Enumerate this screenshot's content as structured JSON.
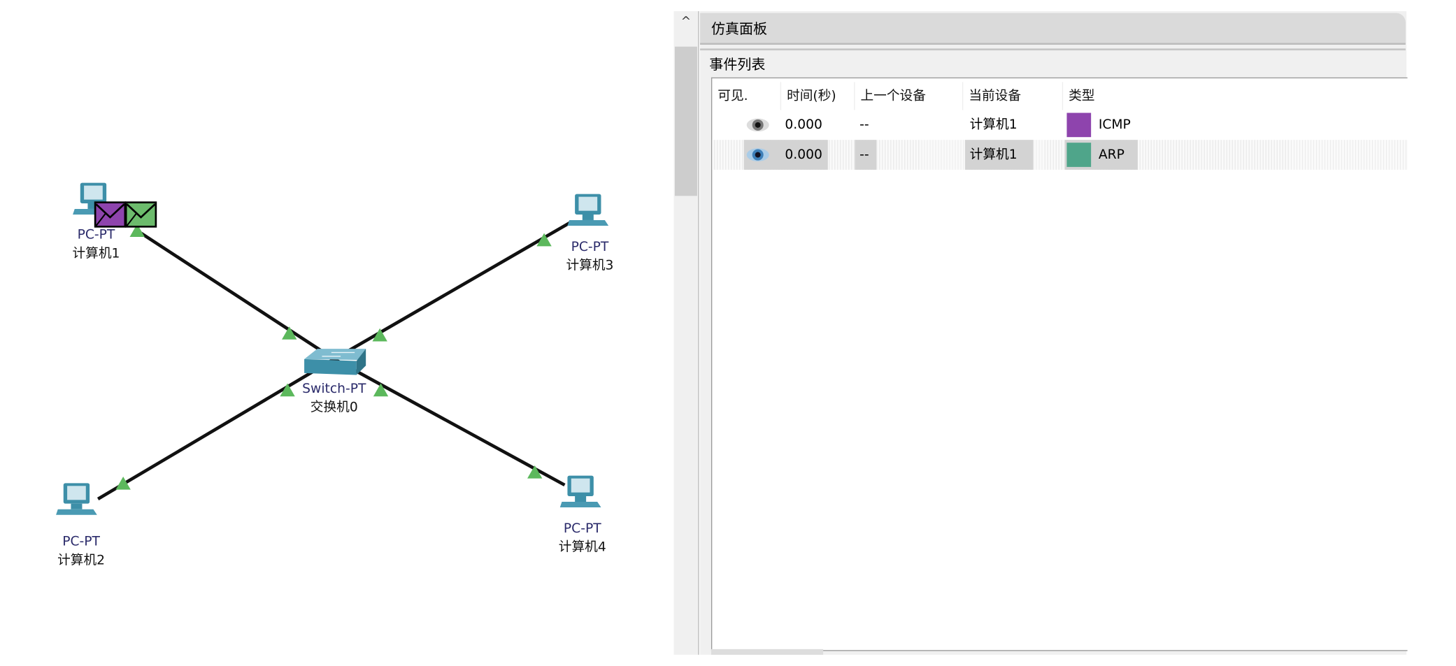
{
  "topology": {
    "devices": [
      {
        "id": "pc1",
        "model": "PC-PT",
        "name": "计算机1"
      },
      {
        "id": "pc2",
        "model": "PC-PT",
        "name": "计算机2"
      },
      {
        "id": "pc3",
        "model": "PC-PT",
        "name": "计算机3"
      },
      {
        "id": "pc4",
        "model": "PC-PT",
        "name": "计算机4"
      },
      {
        "id": "sw0",
        "model": "Switch-PT",
        "name": "交换机0"
      }
    ],
    "pdu_colors": {
      "icmp": "#8e44ad",
      "arp": "#5cb85c"
    },
    "link_light_color": "#5cb85c"
  },
  "panel": {
    "title": "仿真面板",
    "event_list_label": "事件列表",
    "columns": [
      "可见.",
      "时间(秒)",
      "上一个设备",
      "当前设备",
      "类型"
    ],
    "events": [
      {
        "visible_icon": "eye-icon",
        "time": "0.000",
        "last_device": "--",
        "current_device": "计算机1",
        "type": "ICMP",
        "color": "#8e44ad"
      },
      {
        "visible_icon": "eye-icon",
        "time": "0.000",
        "last_device": "--",
        "current_device": "计算机1",
        "type": "ARP",
        "color": "#4fa58a"
      }
    ],
    "scroll_up_glyph": "^"
  }
}
